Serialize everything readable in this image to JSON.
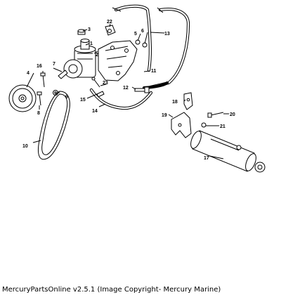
{
  "footer": {
    "caption": "MercuryPartsOnline v2.5.1 (Image Copyright- Mercury Marine)"
  },
  "diagram": {
    "callouts": [
      {
        "id": "1",
        "label": "1"
      },
      {
        "id": "2",
        "label": "2"
      },
      {
        "id": "3",
        "label": "3"
      },
      {
        "id": "4",
        "label": "4"
      },
      {
        "id": "5",
        "label": "5"
      },
      {
        "id": "6",
        "label": "6"
      },
      {
        "id": "7",
        "label": "7"
      },
      {
        "id": "8",
        "label": "8"
      },
      {
        "id": "9",
        "label": "9"
      },
      {
        "id": "10",
        "label": "10"
      },
      {
        "id": "11",
        "label": "11"
      },
      {
        "id": "12",
        "label": "12"
      },
      {
        "id": "13",
        "label": "13"
      },
      {
        "id": "14",
        "label": "14"
      },
      {
        "id": "15",
        "label": "15"
      },
      {
        "id": "16",
        "label": "16"
      },
      {
        "id": "17",
        "label": "17"
      },
      {
        "id": "18",
        "label": "18"
      },
      {
        "id": "19",
        "label": "19"
      },
      {
        "id": "20",
        "label": "20"
      },
      {
        "id": "21",
        "label": "21"
      },
      {
        "id": "22",
        "label": "22"
      },
      {
        "id": "23",
        "label": "23"
      }
    ]
  }
}
